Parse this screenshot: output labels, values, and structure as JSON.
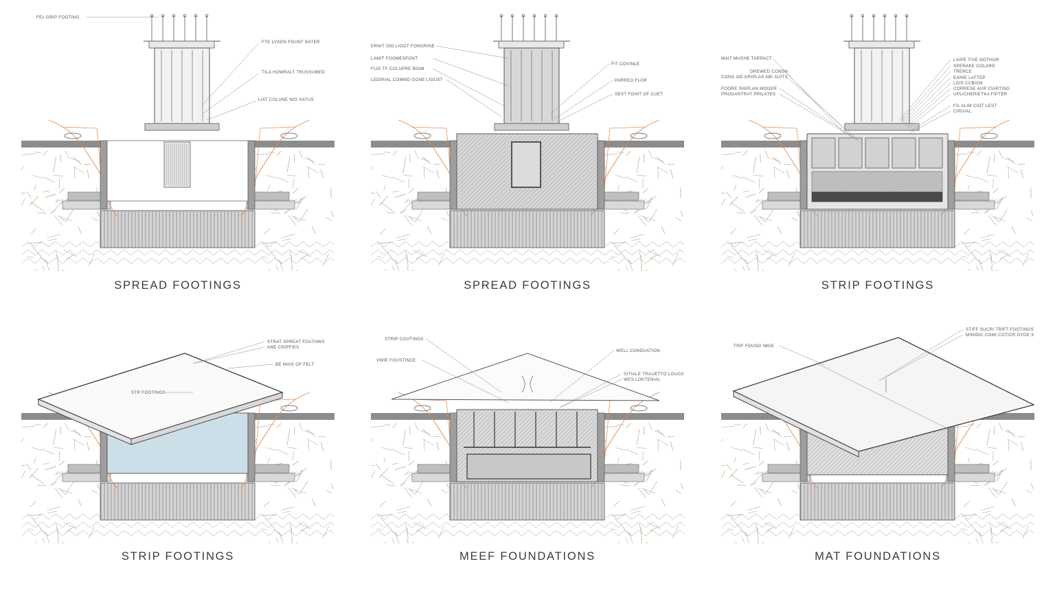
{
  "colors": {
    "ink": "#555555",
    "soil_line": "#c9a07a",
    "pipe_orange": "#e8874a",
    "concrete": "#d9d9d9",
    "concrete_dark": "#9a9a9a",
    "glass_blue": "#cfe1ea",
    "caption": "#3a3a3a"
  },
  "panels": [
    {
      "caption": "SPREAD FOOTINGS",
      "variant": "column-open",
      "labels": [
        "FEL GRIP FOOTING",
        "FTE LVSDN FOUNT BATER",
        "TILA HOWRALT TRUSSUMED",
        "LIAT COLUNE NIO SATUS"
      ]
    },
    {
      "caption": "SPREAD FOOTINGS",
      "variant": "column-hatched",
      "labels": [
        "ERNIT OID LIOGT FONGRINE",
        "LAMIT FOOMESFONT",
        "FLID TF COLUPRE BIOM",
        "LEDIRIAL COMMD GONE LIOUST",
        "FIT COVINLE",
        "PARREO FLOR",
        "SEST FOINT OF CUET"
      ]
    },
    {
      "caption": "STRIP FOOTINGS",
      "variant": "column-panels",
      "labels": [
        "MAIT MUSHE TARPACT",
        "DREWED CONSH",
        "CONG OD GRIPLAS ABI SUITS",
        "FOORE SHIPLAN MOGER",
        "PROGANTRAT PRILATES",
        "LAIPE TIVE OOTHOR",
        "SPERAKE COLARD",
        "TRERCE",
        "EANIE LATTEP",
        "LDIS CCBION",
        "CORRESE AUR CIARTING",
        "UPLICHERIETKA FIPTER",
        "FIL ALIM CIOT LEST",
        "CIRUIAL"
      ]
    },
    {
      "caption": "STRIP FOOTINGS",
      "variant": "slab-tilted",
      "labels": [
        "STRAT SPREAT FOATHWS",
        "ANE CRIPFIES",
        "BE MAIS OF FELT",
        "STR FOOTINGS"
      ]
    },
    {
      "caption": "MEEF FOUNDATIONS",
      "variant": "roof-frame",
      "labels": [
        "STRIP COUTINGS",
        "VWIE FOUSTINCE",
        "WELL CONDUATION",
        "SITIALE TRAUETTO LOUGS",
        "WES LOKTENIAL"
      ]
    },
    {
      "caption": "MAT FOUNDATIONS",
      "variant": "slab-flat",
      "labels": [
        "TRIF FOUND IMGE",
        "STIFF SUCRI TRIFT FOOTINGS",
        "MINIDIC COMI COTICR DYDE STUIS"
      ]
    }
  ]
}
